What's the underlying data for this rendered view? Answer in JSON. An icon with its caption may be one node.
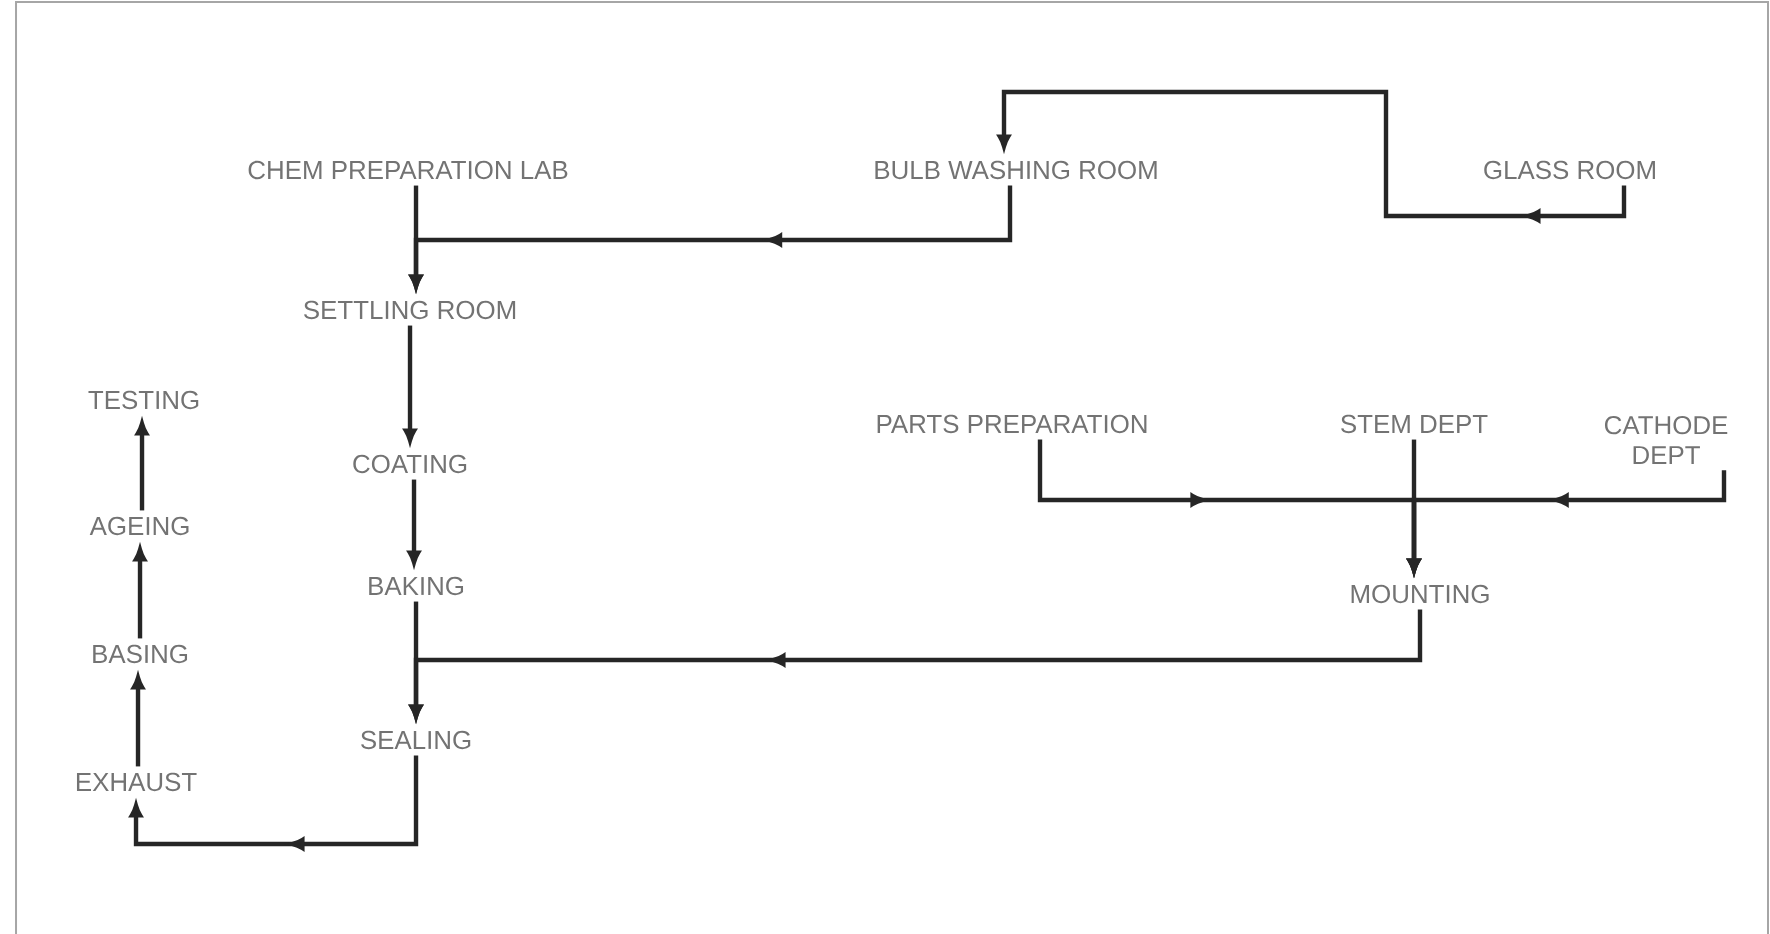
{
  "diagram": {
    "nodes": [
      {
        "text": [
          "CHEM PREPARATION LAB"
        ]
      },
      {
        "text": [
          "BULB WASHING ROOM"
        ]
      },
      {
        "text": [
          "GLASS ROOM"
        ]
      },
      {
        "text": [
          "SETTLING ROOM"
        ]
      },
      {
        "text": [
          "TESTING"
        ]
      },
      {
        "text": [
          "PARTS PREPARATION"
        ]
      },
      {
        "text": [
          "STEM DEPT"
        ]
      },
      {
        "text": [
          "CATHODE DEPT"
        ]
      },
      {
        "text": [
          "COATING"
        ]
      },
      {
        "text": [
          "AGEING"
        ]
      },
      {
        "text": [
          "BAKING"
        ]
      },
      {
        "text": [
          "BASING"
        ]
      },
      {
        "text": [
          "MOUNTING"
        ]
      },
      {
        "text": [
          "SEALING"
        ]
      },
      {
        "text": [
          "EXHAUST"
        ]
      }
    ],
    "edges": [
      {
        "from": 2,
        "to": 1,
        "arrow": "to"
      },
      {
        "from": 1,
        "to": 3,
        "arrow": "to"
      },
      {
        "from": 0,
        "to": 3,
        "arrow": "to"
      },
      {
        "from": 3,
        "to": 8,
        "arrow": "to"
      },
      {
        "from": 8,
        "to": 10,
        "arrow": "to"
      },
      {
        "from": 10,
        "to": 13,
        "arrow": "to"
      },
      {
        "from": 12,
        "to": 13,
        "arrow": "to"
      },
      {
        "from": 5,
        "to": 12,
        "arrow": "to"
      },
      {
        "from": 6,
        "to": 12,
        "arrow": "to"
      },
      {
        "from": 7,
        "to": 12,
        "arrow": "to"
      },
      {
        "from": 13,
        "to": 14,
        "arrow": "to"
      },
      {
        "from": 14,
        "to": 11,
        "arrow": "to"
      },
      {
        "from": 11,
        "to": 9,
        "arrow": "to"
      },
      {
        "from": 9,
        "to": 4,
        "arrow": "to"
      }
    ]
  }
}
